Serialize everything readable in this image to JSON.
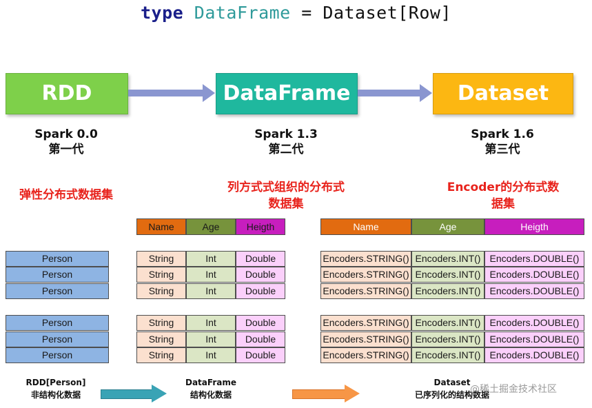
{
  "code": {
    "kw": "type",
    "name": "DataFrame",
    "rest": " = Dataset[Row]"
  },
  "boxes": {
    "rdd": {
      "label": "RDD",
      "version": "Spark 0.0",
      "gen": "第一代",
      "color": "#7ed04a"
    },
    "dataframe": {
      "label": "DataFrame",
      "version": "Spark 1.3",
      "gen": "第二代",
      "color": "#1fb89e"
    },
    "dataset": {
      "label": "Dataset",
      "version": "Spark 1.6",
      "gen": "第三代",
      "color": "#fcb712"
    }
  },
  "descriptions": {
    "rdd": [
      "弹性分布式数据集"
    ],
    "dataframe": [
      "列方式式组织的分布式",
      "数据集"
    ],
    "dataset": [
      "Encoder的分布式数",
      "据集"
    ]
  },
  "df_headers": [
    "Name",
    "Age",
    "Heigth"
  ],
  "ds_headers": [
    "Name",
    "Age",
    "Heigth"
  ],
  "rdd_rows": [
    "Person",
    "Person",
    "Person",
    "Person",
    "Person",
    "Person"
  ],
  "df_row": [
    "String",
    "Int",
    "Double"
  ],
  "ds_row": [
    "Encoders.STRING()",
    "Encoders.INT()",
    "Encoders.DOUBLE()"
  ],
  "bottom": {
    "rdd": [
      "RDD[Person]",
      "非结构化数据"
    ],
    "dataframe": [
      "DataFrame",
      "结构化数据"
    ],
    "dataset": [
      "Dataset",
      "已序列化的结构数据"
    ]
  },
  "watermark": "@稀土掘金技术社区",
  "colors": {
    "hdr_name": "#e26b10",
    "hdr_age": "#77933c",
    "hdr_heigth": "#c71ebe",
    "rdd_cell": "#8eb4e3",
    "df_name": "#fbe0cf",
    "df_age": "#dbe6c5",
    "df_heigth": "#fbd0fb",
    "arrow_blue": "#3aa3b5",
    "arrow_orange": "#f79646"
  }
}
